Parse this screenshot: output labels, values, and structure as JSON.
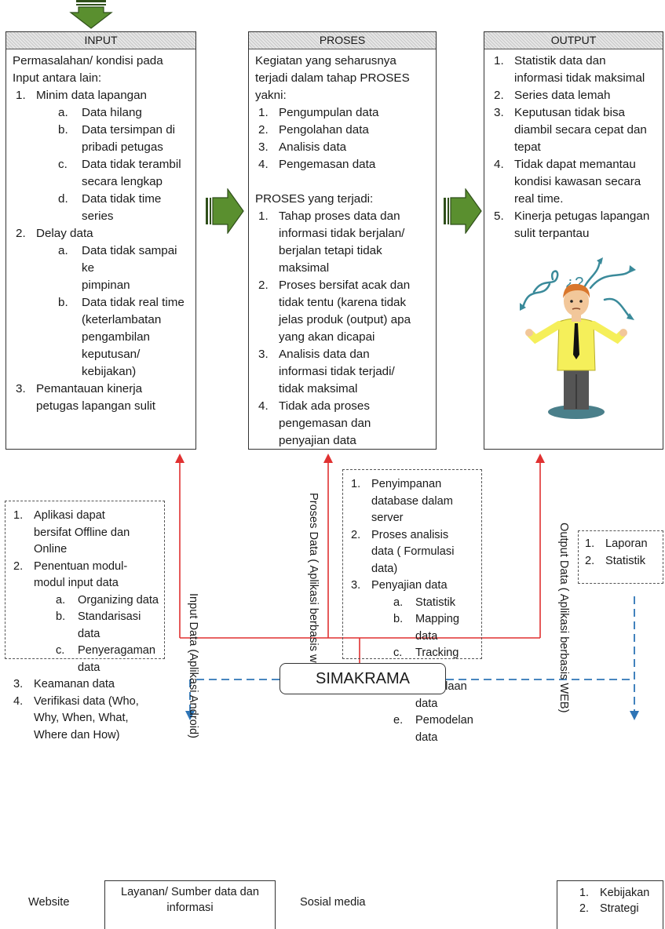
{
  "input_panel": {
    "title": "INPUT",
    "intro": [
      "Permasalahan/ kondisi pada",
      "Input antara lain:"
    ],
    "items": [
      {
        "num": "1.",
        "lines": [
          "Minim data lapangan"
        ],
        "subs": [
          {
            "mark": "a.",
            "lines": [
              "Data hilang"
            ]
          },
          {
            "mark": "b.",
            "lines": [
              "Data tersimpan di",
              "pribadi petugas"
            ]
          },
          {
            "mark": "c.",
            "lines": [
              "Data tidak terambil",
              "secara lengkap"
            ]
          },
          {
            "mark": "d.",
            "lines": [
              "Data tidak time series"
            ]
          }
        ]
      },
      {
        "num": "2.",
        "lines": [
          "Delay data"
        ],
        "subs": [
          {
            "mark": "a.",
            "lines": [
              "Data tidak sampai ke",
              "pimpinan"
            ]
          },
          {
            "mark": "b.",
            "lines": [
              "Data tidak real time",
              "(keterlambatan",
              "pengambilan",
              "keputusan/ kebijakan)"
            ]
          }
        ]
      },
      {
        "num": "3.",
        "lines": [
          "Pemantauan kinerja",
          "petugas lapangan sulit"
        ],
        "subs": []
      }
    ]
  },
  "proses_panel": {
    "title": "PROSES",
    "intro": [
      "Kegiatan yang seharusnya",
      "terjadi dalam tahap PROSES",
      "yakni:"
    ],
    "items": [
      {
        "num": "1.",
        "lines": [
          "Pengumpulan data"
        ]
      },
      {
        "num": "2.",
        "lines": [
          "Pengolahan data"
        ]
      },
      {
        "num": "3.",
        "lines": [
          "Analisis data"
        ]
      },
      {
        "num": "4.",
        "lines": [
          "Pengemasan data"
        ]
      }
    ],
    "intro2": "PROSES yang terjadi:",
    "items2": [
      {
        "num": "1.",
        "lines": [
          "Tahap proses data dan",
          "informasi tidak berjalan/",
          "berjalan tetapi tidak",
          "maksimal"
        ]
      },
      {
        "num": "2.",
        "lines": [
          "Proses bersifat acak dan",
          "tidak tentu (karena tidak",
          "jelas produk (output) apa",
          "yang akan dicapai"
        ]
      },
      {
        "num": "3.",
        "lines": [
          "Analisis data dan",
          "informasi tidak terjadi/",
          "tidak maksimal"
        ]
      },
      {
        "num": "4.",
        "lines": [
          "Tidak ada proses",
          "pengemasan dan",
          "penyajian data"
        ]
      }
    ]
  },
  "output_panel": {
    "title": "OUTPUT",
    "items": [
      {
        "num": "1.",
        "lines": [
          "Statistik data dan",
          "informasi tidak maksimal"
        ]
      },
      {
        "num": "2.",
        "lines": [
          "Series data lemah"
        ]
      },
      {
        "num": "3.",
        "lines": [
          "Keputusan tidak bisa",
          "diambil secara cepat dan",
          "tepat"
        ]
      },
      {
        "num": "4.",
        "lines": [
          "Tidak dapat memantau",
          "kondisi kawasan secara",
          "real time."
        ]
      },
      {
        "num": "5.",
        "lines": [
          "Kinerja petugas lapangan",
          "sulit terpantau"
        ]
      }
    ],
    "confused_glyph": "¿?"
  },
  "left_box": {
    "items": [
      {
        "num": "1.",
        "lines": [
          "Aplikasi dapat",
          "bersifat Offline dan",
          "Online"
        ],
        "subs": []
      },
      {
        "num": "2.",
        "lines": [
          "Penentuan modul-",
          "modul input data"
        ],
        "subs": [
          {
            "mark": "a.",
            "lines": [
              "Organizing data"
            ]
          },
          {
            "mark": "b.",
            "lines": [
              "Standarisasi",
              "data"
            ]
          },
          {
            "mark": "c.",
            "lines": [
              "Penyeragaman",
              "data"
            ]
          }
        ]
      },
      {
        "num": "3.",
        "lines": [
          "Keamanan data"
        ],
        "subs": []
      },
      {
        "num": "4.",
        "lines": [
          "Verifikasi data (Who,",
          "Why, When, What,",
          "Where dan How)"
        ],
        "subs": []
      }
    ]
  },
  "middle_box": {
    "items": [
      {
        "num": "1.",
        "lines": [
          "Penyimpanan",
          "database dalam",
          "server"
        ],
        "subs": []
      },
      {
        "num": "2.",
        "lines": [
          "Proses analisis",
          "data ( Formulasi",
          "data)"
        ],
        "subs": []
      },
      {
        "num": "3.",
        "lines": [
          "Penyajian data"
        ],
        "subs": [
          {
            "mark": "a.",
            "lines": [
              "Statistik"
            ]
          },
          {
            "mark": "b.",
            "lines": [
              "Mapping",
              "data"
            ]
          },
          {
            "mark": "c.",
            "lines": [
              "Tracking",
              "data"
            ]
          },
          {
            "mark": "d.",
            "lines": [
              "Pemolaan",
              "data"
            ]
          },
          {
            "mark": "e.",
            "lines": [
              "Pemodelan",
              "data"
            ]
          }
        ]
      }
    ]
  },
  "right_box": {
    "items": [
      {
        "num": "1.",
        "lines": [
          "Laporan"
        ],
        "subs": []
      },
      {
        "num": "2.",
        "lines": [
          "Statistik"
        ],
        "subs": []
      }
    ]
  },
  "labels": {
    "input_data": "Input Data (Aplikasi Android)",
    "proses_data": "Proses Data ( Aplikasi berbasis web)",
    "output_data": "Output Data ( Aplikasi berbasis WEB)",
    "simakrama": "SIMAKRAMA",
    "website": "Website",
    "layanan": [
      "Layanan/ Sumber data dan",
      "informasi"
    ],
    "sosial_media": "Sosial media"
  },
  "bottom_right_box": {
    "items": [
      {
        "num": "1.",
        "lines": [
          "Kebijakan"
        ]
      },
      {
        "num": "2.",
        "lines": [
          "Strategi"
        ]
      }
    ]
  },
  "colors": {
    "red_connector": "#e03131",
    "blue_connector": "#2e75b6",
    "arrow_fill": "#5a8f2f",
    "arrow_dark": "#2f4f1a"
  }
}
